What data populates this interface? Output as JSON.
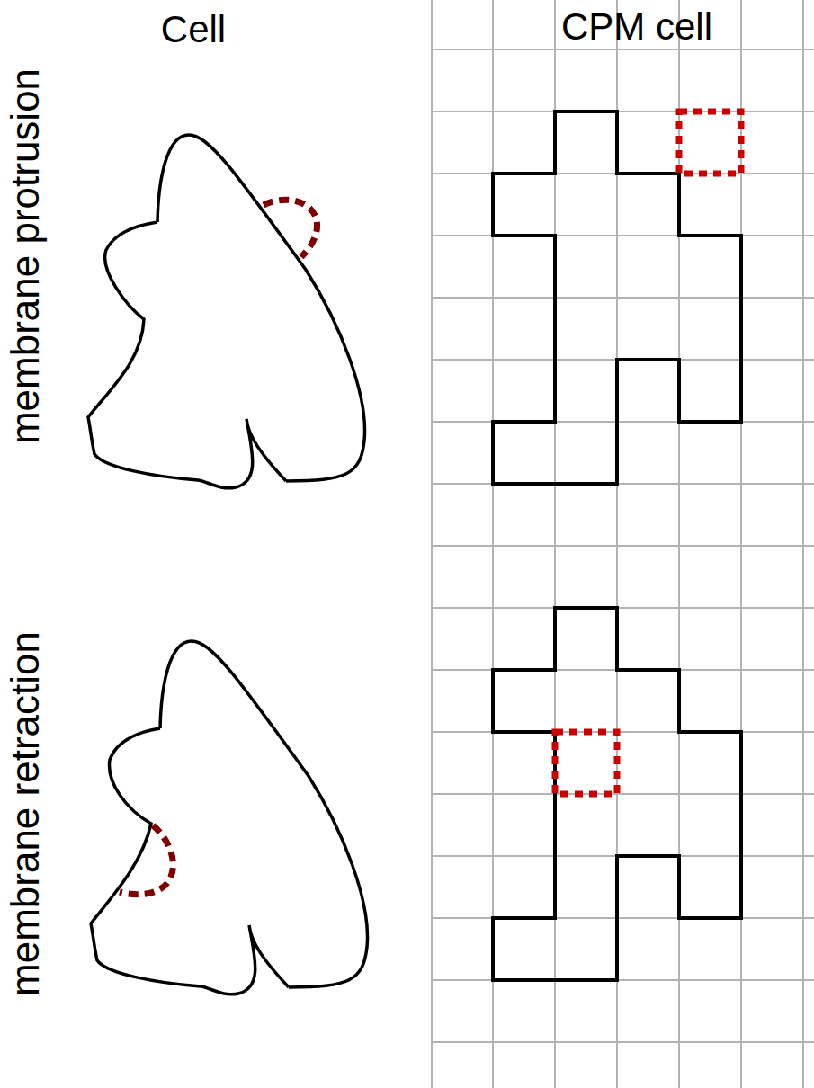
{
  "diagram": {
    "labels": [
      "Cell",
      "CPM cell",
      "membrane protrusion",
      "membrane retraction"
    ]
  }
}
